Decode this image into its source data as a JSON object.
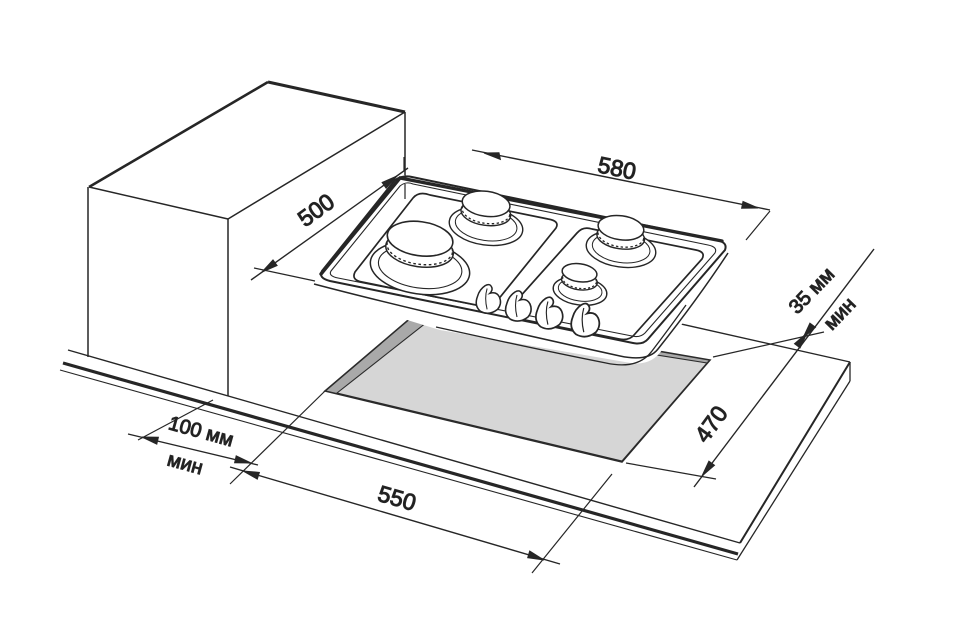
{
  "diagram": {
    "dimensions": {
      "hob_width": {
        "label": "580"
      },
      "hob_depth": {
        "label": "500"
      },
      "rear_clearance": {
        "label": "35 мм",
        "qualifier": "мин"
      },
      "cutout_depth": {
        "label": "470"
      },
      "side_clearance": {
        "label": "100 мм",
        "qualifier": "мин"
      },
      "cutout_width": {
        "label": "550"
      }
    },
    "colors": {
      "line": "#262626",
      "cutout_fill": "#d6d6d6",
      "cutout_shadow": "#a9a9a9",
      "background": "#ffffff"
    }
  }
}
